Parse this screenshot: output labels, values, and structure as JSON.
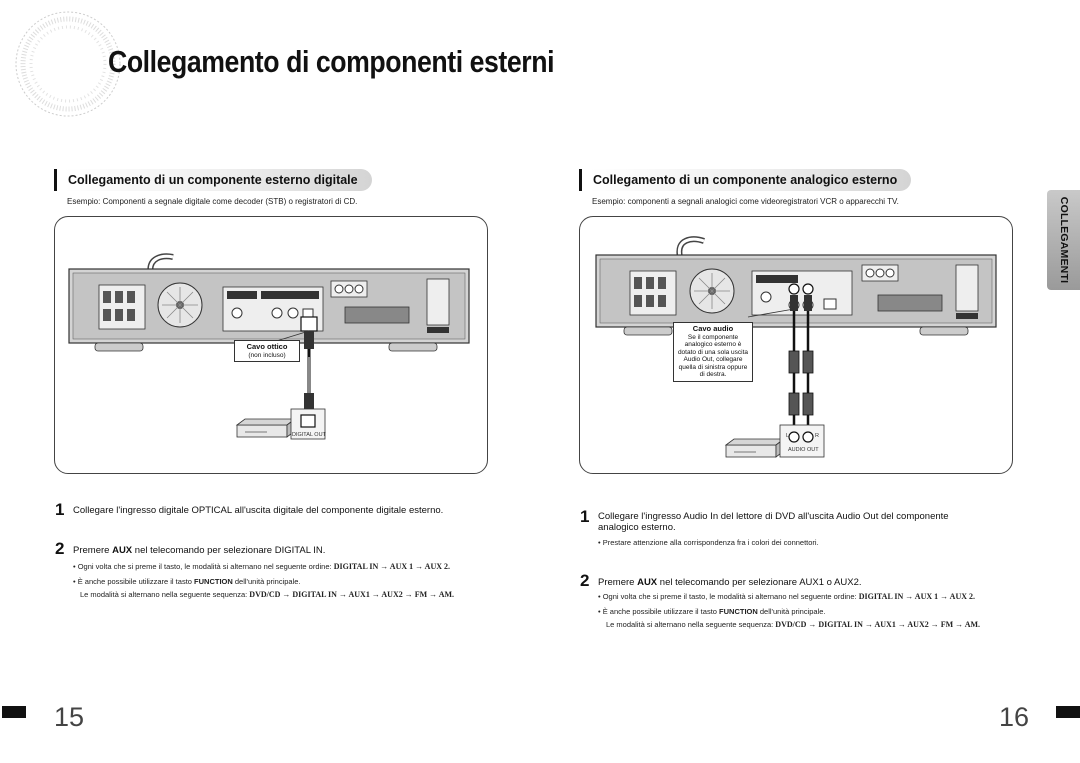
{
  "header": {
    "title": "Collegamento di componenti esterni"
  },
  "side_tab": "COLLEGAMENTI",
  "left": {
    "heading": "Collegamento di un componente esterno digitale",
    "example": "Esempio: Componenti a segnale digitale come decoder (STB) o registratori di CD.",
    "callout_title": "Cavo ottico",
    "callout_sub": "(non incluso)",
    "jack_label": "DIGITAL OUT",
    "step1_num": "1",
    "step1_text": "Collegare l'ingresso digitale OPTICAL all'uscita digitale del componente digitale esterno.",
    "step2_num": "2",
    "step2_pre": "Premere ",
    "step2_bold": "AUX",
    "step2_post": " nel telecomando per selezionare DIGITAL IN.",
    "b1_text": "Ogni volta che si preme il tasto, le modalità si alternano nel seguente ordine: ",
    "b1_seq": "DIGITAL IN → AUX 1 → AUX 2.",
    "b2_pre": "È anche possibile utilizzare il tasto ",
    "b2_bold": "FUNCTION",
    "b2_post": " dell'unità principale.",
    "b3_text": "Le modalità si alternano nella seguente sequenza: ",
    "b3_seq": "DVD/CD → DIGITAL IN → AUX1 → AUX2 → FM → AM."
  },
  "right": {
    "heading": "Collegamento di un componente analogico esterno",
    "example": "Esempio: componenti a segnali analogici come videoregistratori VCR o apparecchi TV.",
    "callout_title": "Cavo audio",
    "callout_body": "Se il componente analogico esterno è dotato di una sola uscita Audio Out, collegare quella di sinistra oppure di destra.",
    "jack_label": "AUDIO OUT",
    "jack_l": "L",
    "jack_r": "R",
    "step1_num": "1",
    "step1_line1": "Collegare l'ingresso Audio In del lettore di DVD all'uscita Audio Out del componente",
    "step1_line2": "analogico esterno.",
    "b0_text": "Prestare attenzione alla corrispondenza fra i colori dei connettori.",
    "step2_num": "2",
    "step2_pre": "Premere ",
    "step2_bold": "AUX",
    "step2_post": " nel telecomando per selezionare AUX1 o AUX2.",
    "b1_text": "Ogni volta che si preme il tasto, le modalità si alternano nel seguente ordine: ",
    "b1_seq": "DIGITAL IN → AUX 1 → AUX 2.",
    "b2_pre": "È anche possibile utilizzare il tasto ",
    "b2_bold": "FUNCTION",
    "b2_post": " dell'unità principale.",
    "b3_text": "Le modalità si alternano nella seguente sequenza: ",
    "b3_seq": "DVD/CD → DIGITAL IN → AUX1 → AUX2 → FM → AM."
  },
  "footer": {
    "page_left": "15",
    "page_right": "16"
  },
  "colors": {
    "ink": "#111111",
    "tab_gray": "#b5b5b5",
    "device_gray": "#cfcfcf"
  }
}
